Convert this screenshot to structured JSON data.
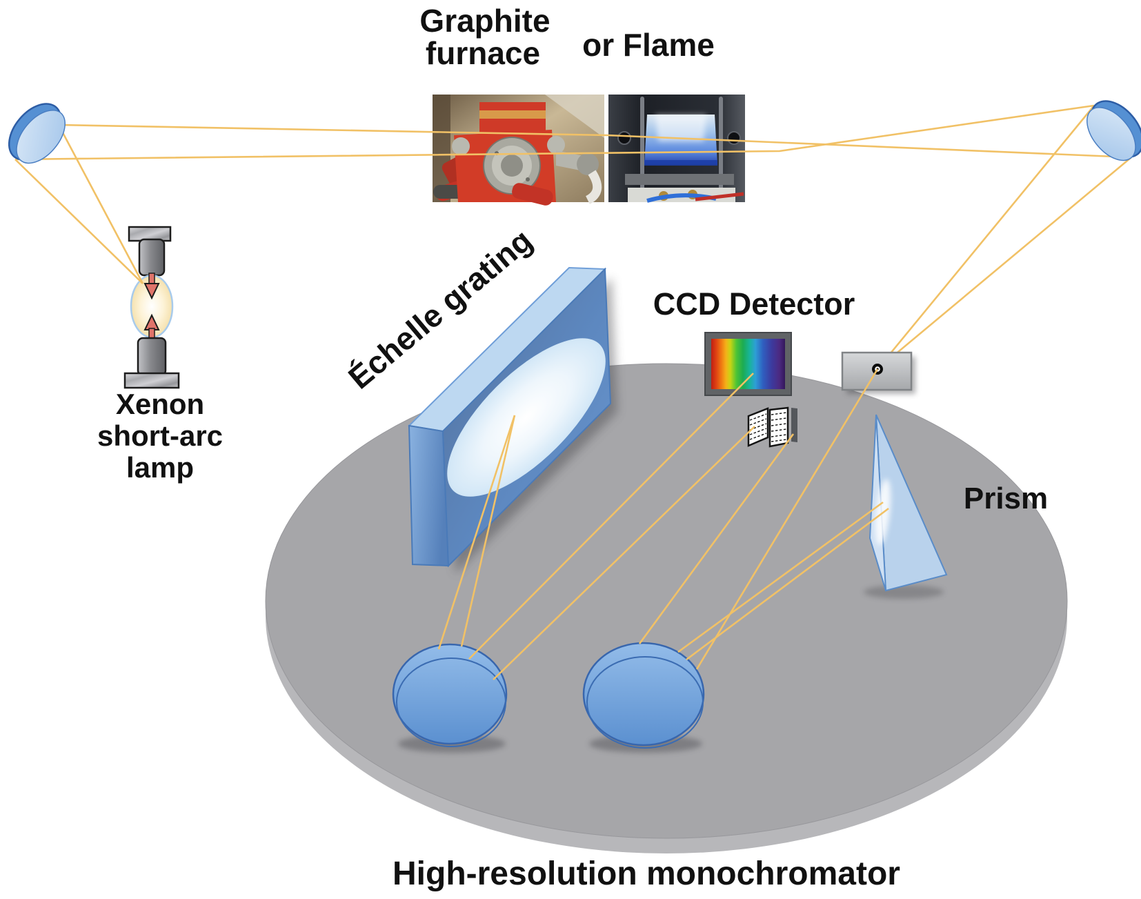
{
  "labels": {
    "graphite": [
      "Graphite",
      "furnace"
    ],
    "or_flame": "or Flame",
    "echelle": "Échelle grating",
    "ccd": "CCD Detector",
    "prism": "Prism",
    "xenon": [
      "Xenon",
      "short-arc",
      "lamp"
    ],
    "monochromator": "High-resolution monochromator"
  },
  "colors": {
    "ray": "#f1c166",
    "platform": "#a6a6a9",
    "platform_rim": "#b7b7ba",
    "mirror_stroke": "#3866ad",
    "grating_edge": "#3f6fb5",
    "slit_box": "#c3c5c7",
    "electrode_red": "#e0746a",
    "furnace_red": "#cf3a28",
    "flame_blue": "#4a7de0",
    "text": "#111111"
  },
  "components": [
    {
      "name": "xenon-short-arc-lamp"
    },
    {
      "name": "folding-mirror-left"
    },
    {
      "name": "folding-mirror-right"
    },
    {
      "name": "graphite-furnace-photo"
    },
    {
      "name": "flame-photo"
    },
    {
      "name": "echelle-grating"
    },
    {
      "name": "ccd-detector"
    },
    {
      "name": "transmission-grating-icon"
    },
    {
      "name": "entrance-slit"
    },
    {
      "name": "prism"
    },
    {
      "name": "parabolic-mirror-left"
    },
    {
      "name": "parabolic-mirror-right"
    },
    {
      "name": "monochromator-platform"
    }
  ]
}
